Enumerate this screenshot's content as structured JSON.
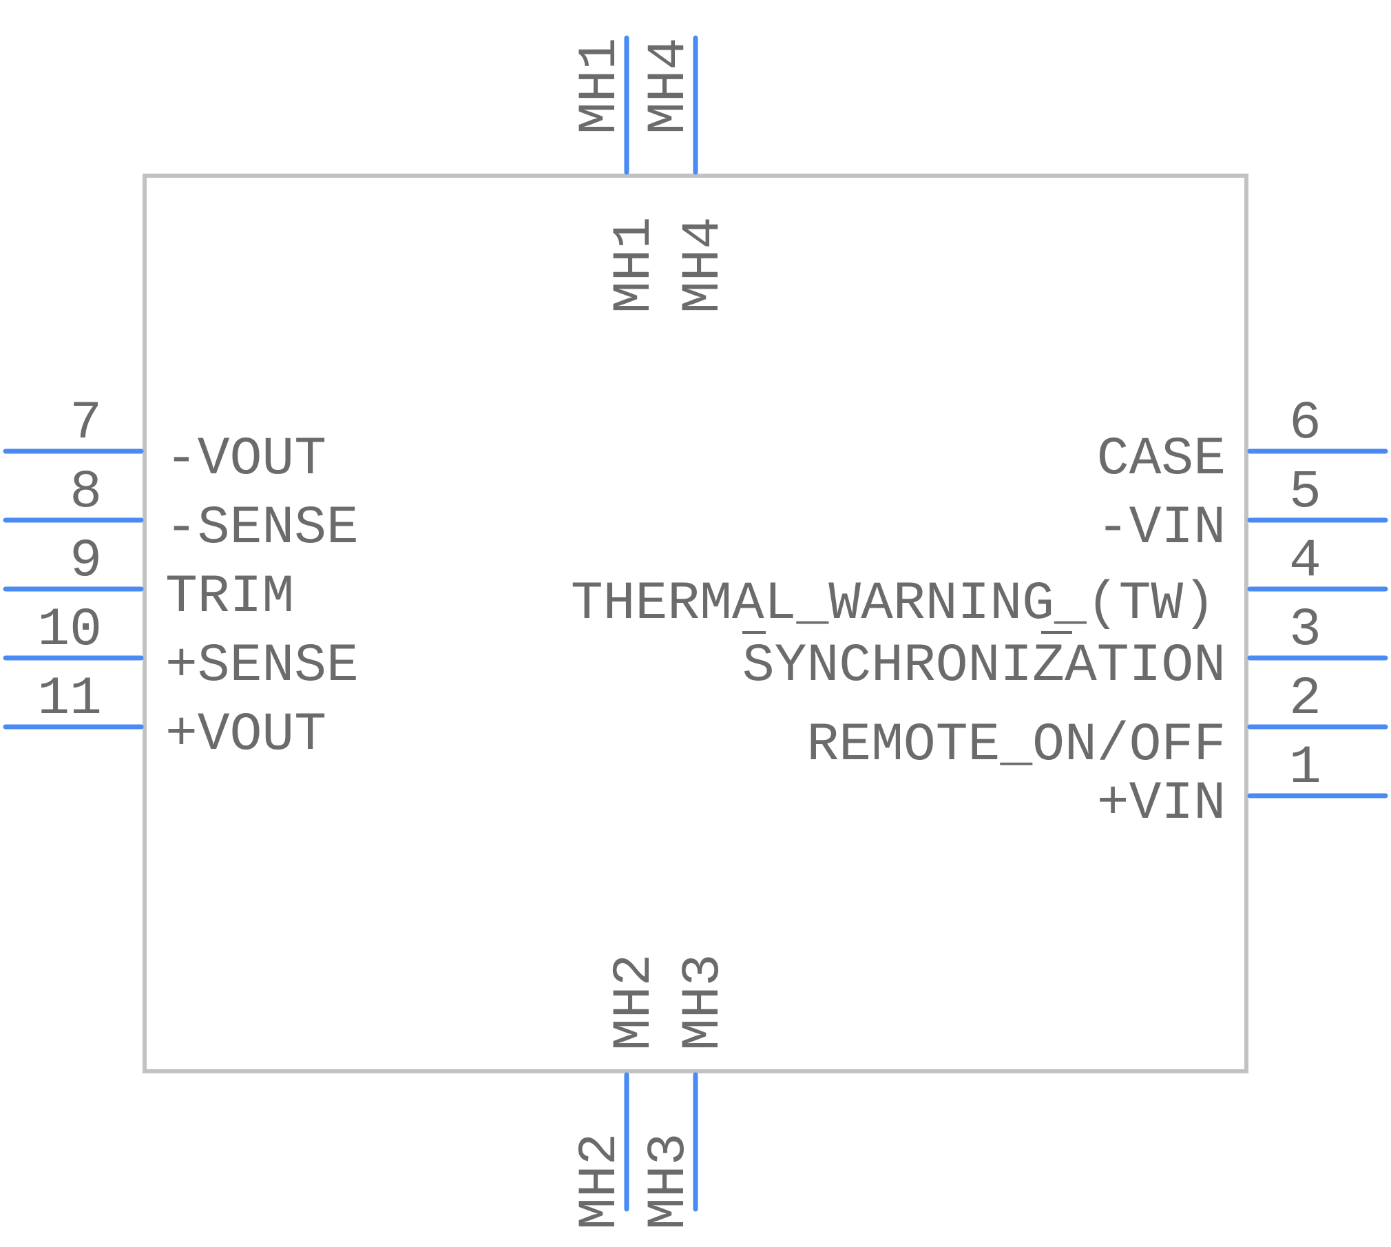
{
  "colors": {
    "body_outline": "#c2c2c2",
    "pin_line": "#4a8af4",
    "text": "#6b6b6b",
    "background": "#ffffff"
  },
  "left_pins": [
    {
      "number": "7",
      "name": "-VOUT"
    },
    {
      "number": "8",
      "name": "-SENSE"
    },
    {
      "number": "9",
      "name": "TRIM"
    },
    {
      "number": "10",
      "name": "+SENSE"
    },
    {
      "number": "11",
      "name": "+VOUT"
    }
  ],
  "right_pins": [
    {
      "number": "6",
      "name": "CASE"
    },
    {
      "number": "5",
      "name": "-VIN"
    },
    {
      "number": "4",
      "name": "THERMAL_WARNING_(TW)"
    },
    {
      "number": "3",
      "name": "SYNCHRONIZATION"
    },
    {
      "number": "2",
      "name": "REMOTE_ON/OFF"
    },
    {
      "number": "1",
      "name": "+VIN"
    }
  ],
  "top_pins": [
    {
      "number": "MH1",
      "name": "MH1"
    },
    {
      "number": "MH4",
      "name": "MH4"
    }
  ],
  "bottom_pins": [
    {
      "number": "MH2",
      "name": "MH2"
    },
    {
      "number": "MH3",
      "name": "MH3"
    }
  ]
}
